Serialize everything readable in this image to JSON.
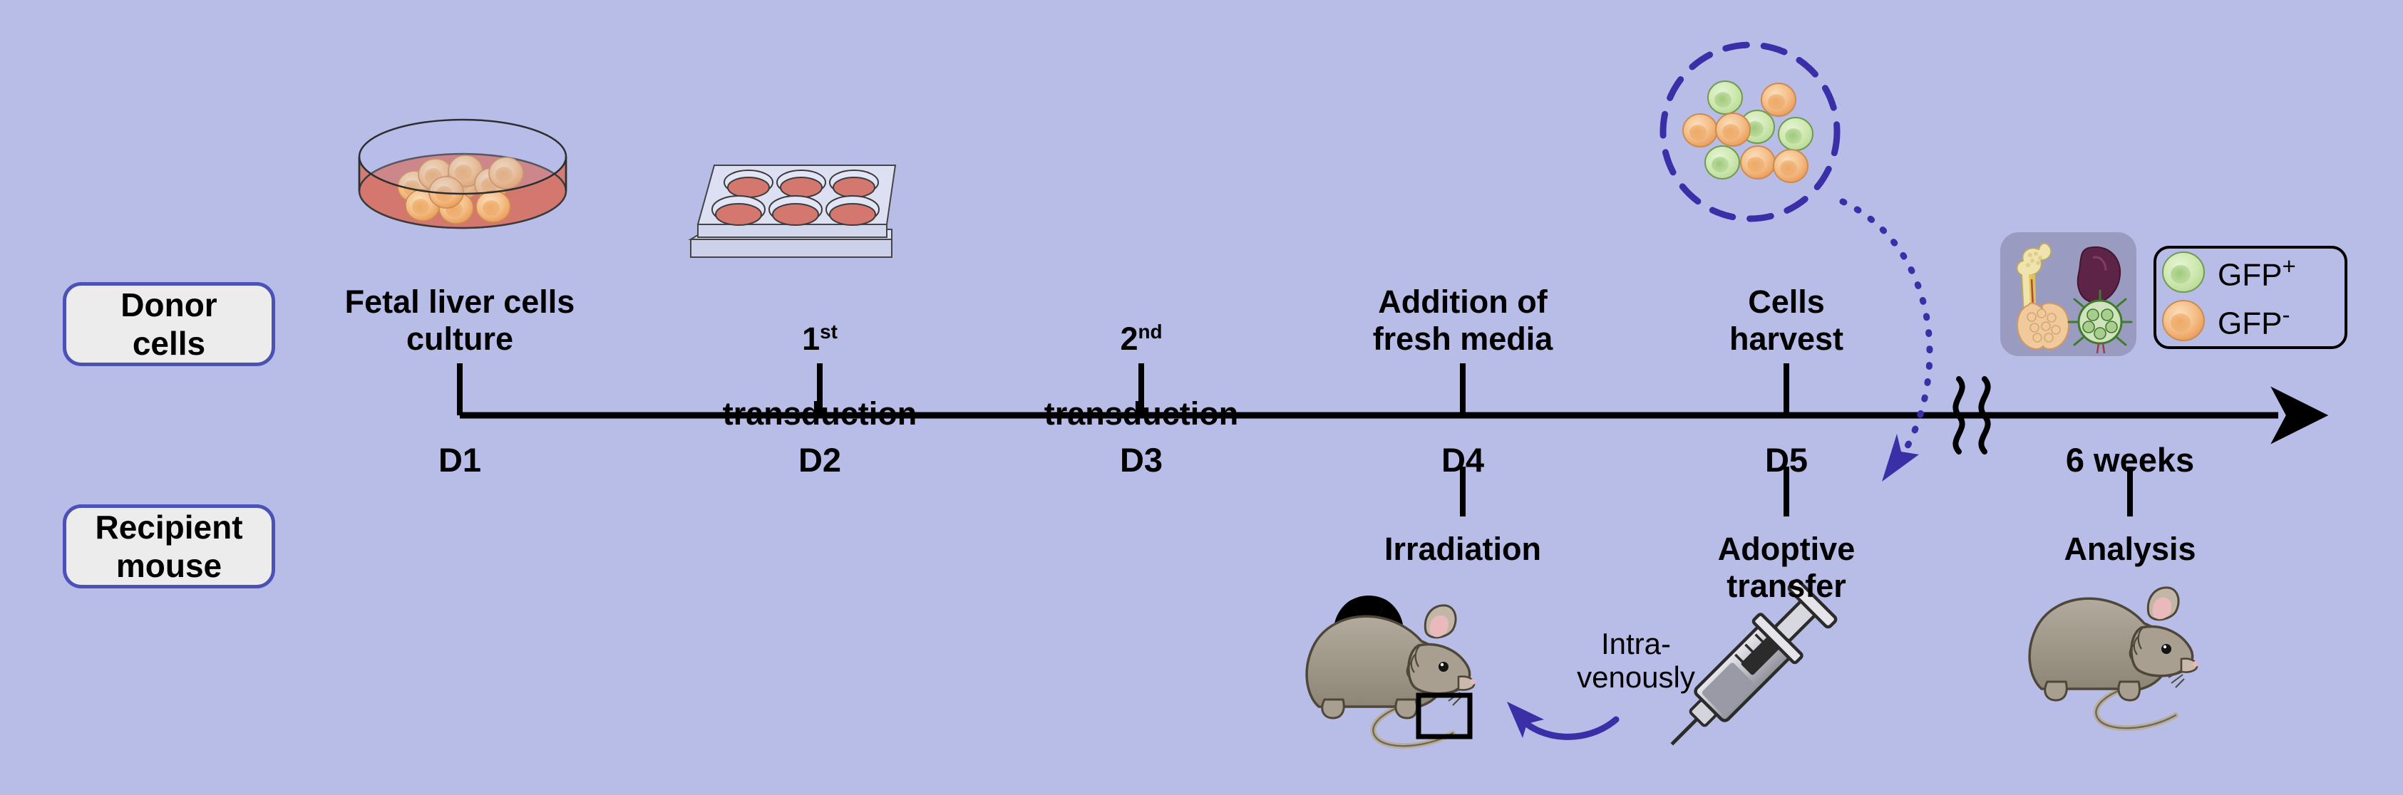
{
  "figure": {
    "background_color": "#b8bde8",
    "title_present": false
  },
  "roles": [
    {
      "id": "donor",
      "label": "Donor\ncells"
    },
    {
      "id": "recipient",
      "label": "Recipient\nmouse"
    }
  ],
  "timeline": {
    "axis_color": "#000000",
    "break_symbol": "))",
    "arrow_direction": "right",
    "ticks": [
      {
        "day": "D1",
        "top_label": "Fetal liver cells\nculture",
        "bottom_label": ""
      },
      {
        "day": "D2",
        "top_label": "1|st| transduction",
        "bottom_label": ""
      },
      {
        "day": "D3",
        "top_label": "2|nd| transduction",
        "bottom_label": ""
      },
      {
        "day": "D4",
        "top_label": "Addition of\nfresh media",
        "bottom_label": "Irradiation"
      },
      {
        "day": "D5",
        "top_label": "Cells\nharvest",
        "bottom_label": "Adoptive\ntransfer"
      },
      {
        "day": "6 weeks",
        "top_label": "",
        "bottom_label": "Analysis"
      }
    ]
  },
  "events": {
    "d2_ordinal_base": "1",
    "d2_ordinal_sup": "st",
    "d2_rest": "transduction",
    "d3_ordinal_base": "2",
    "d3_ordinal_sup": "nd",
    "d3_rest": "transduction",
    "d1_top": "Fetal liver cells\nculture",
    "d4_top": "Addition of\nfresh media",
    "d5_top": "Cells\nharvest",
    "d4_bottom": "Irradiation",
    "d5_bottom": "Adoptive\ntransfer",
    "d6_bottom": "Analysis",
    "route_label": "Intra-\nvenously"
  },
  "day_labels": {
    "d1": "D1",
    "d2": "D2",
    "d3": "D3",
    "d4": "D4",
    "d5": "D5",
    "d6": "6 weeks"
  },
  "legend": {
    "entries": [
      {
        "label_text": "GFP",
        "sign": "+",
        "color": "#b9dd9a",
        "name": "gfp-positive-cell"
      },
      {
        "label_text": "GFP",
        "sign": "-",
        "color": "#eea567",
        "name": "gfp-negative-cell"
      }
    ]
  },
  "illustrations": {
    "petri_dish": {
      "name": "petri-dish-with-cells",
      "media_color": "#d4776f",
      "cell_color": "#f2c08a",
      "cell_count": 10
    },
    "well_plate": {
      "name": "six-well-plate",
      "wells": 6,
      "media_color": "#d4776f"
    },
    "harvest_circle": {
      "name": "harvested-cell-cluster",
      "border_color": "#3b2fa8",
      "green_cells": 4,
      "orange_cells": 5
    },
    "organ_panel": {
      "name": "organ-panel",
      "organs": [
        "bone-marrow",
        "spleen",
        "thymus",
        "lymph-node"
      ],
      "background": "#9a9bc0"
    },
    "irradiated_mouse": {
      "name": "irradiated-recipient-mouse",
      "has_radiation_symbol": true,
      "radiation_color": "#f6c700"
    },
    "syringe": {
      "name": "syringe-icon"
    },
    "analysis_mouse": {
      "name": "analysis-mouse"
    },
    "injection_arrow": {
      "name": "injection-arrow",
      "color": "#3b2fa8"
    },
    "harvest_arrow": {
      "name": "harvest-dotted-arrow",
      "color": "#3b2fa8"
    }
  }
}
